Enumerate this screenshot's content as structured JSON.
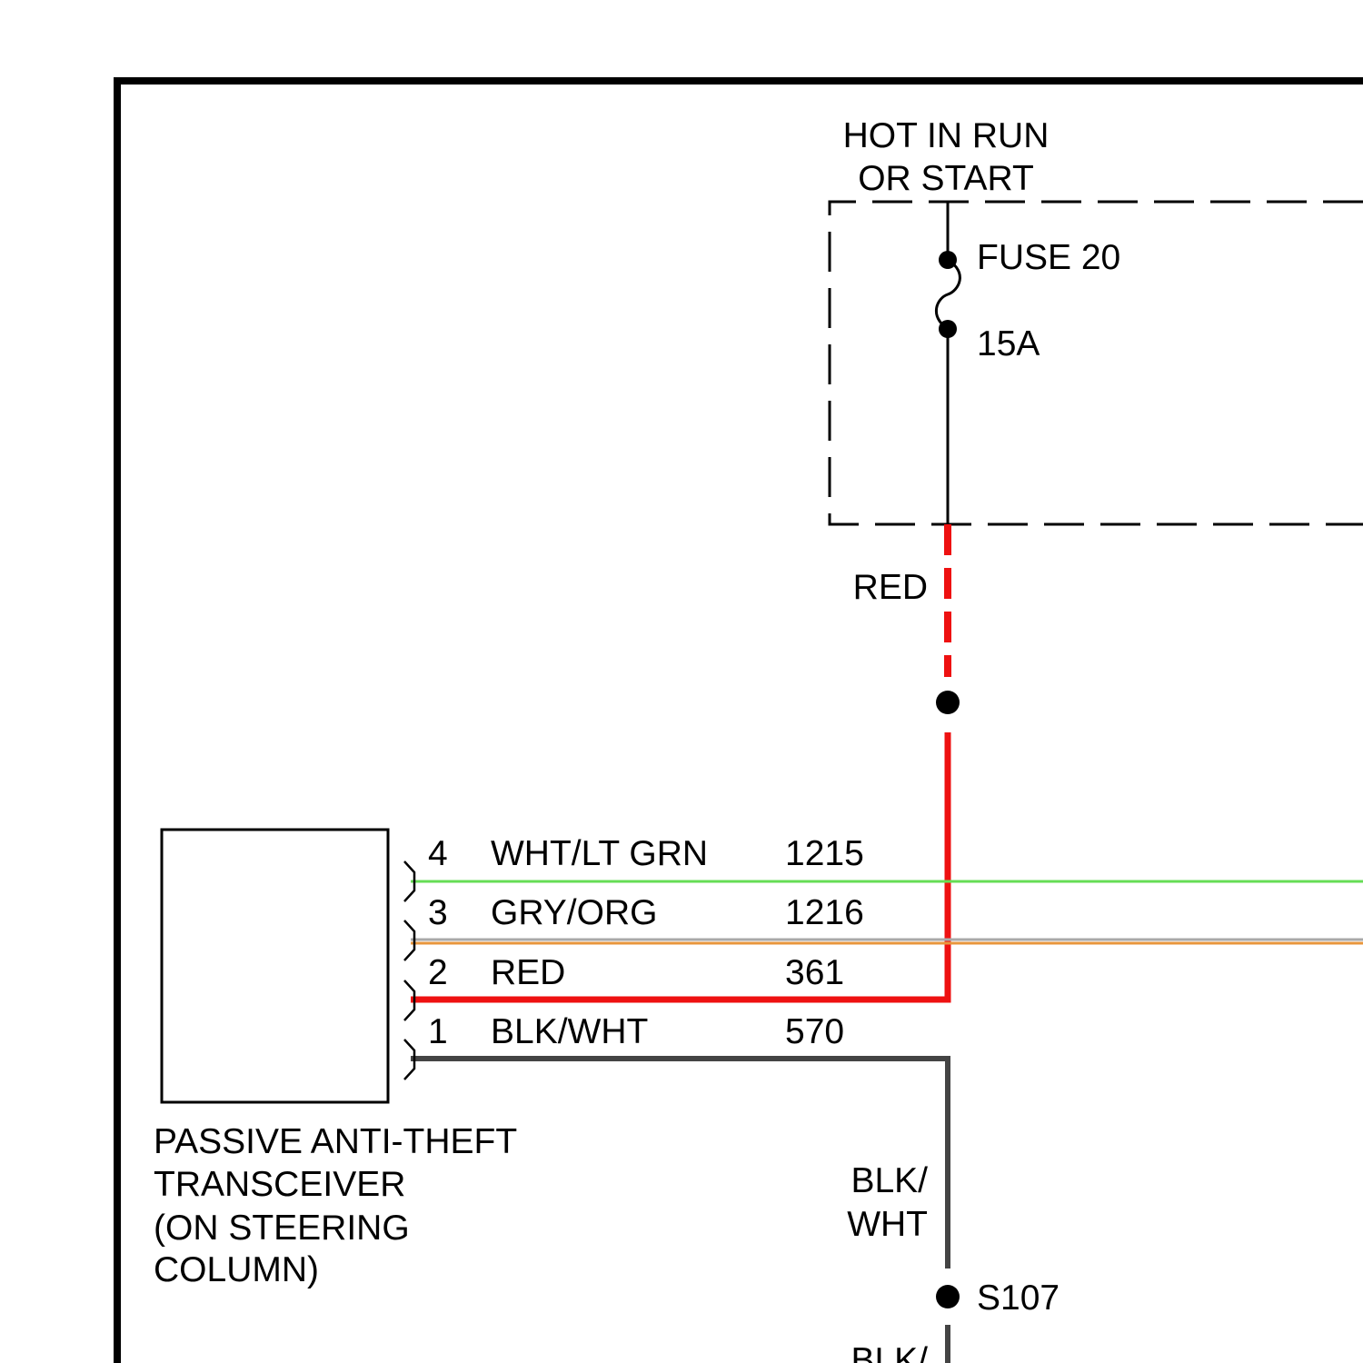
{
  "power": {
    "line1": "HOT IN RUN",
    "line2": "OR START"
  },
  "fuse": {
    "name": "FUSE 20",
    "rating": "15A"
  },
  "feed_wire": {
    "color_label": "RED"
  },
  "module": {
    "label_lines": [
      "PASSIVE ANTI-THEFT",
      "TRANSCEIVER",
      "(ON STEERING",
      "COLUMN)"
    ]
  },
  "pins": [
    {
      "pin": "4",
      "color": "WHT/LT GRN",
      "circuit": "1215"
    },
    {
      "pin": "3",
      "color": "GRY/ORG",
      "circuit": "1216"
    },
    {
      "pin": "2",
      "color": "RED",
      "circuit": "361"
    },
    {
      "pin": "1",
      "color": "BLK/WHT",
      "circuit": "570"
    }
  ],
  "ground_wire": {
    "label_line1": "BLK/",
    "label_line2": "WHT",
    "splice": "S107",
    "lower_label_partial": "BLK/"
  },
  "colors": {
    "red": "#ee1111",
    "green": "#66dd55",
    "gray": "#a9a9a9",
    "orange": "#e8963c",
    "black_wire": "#444444"
  }
}
